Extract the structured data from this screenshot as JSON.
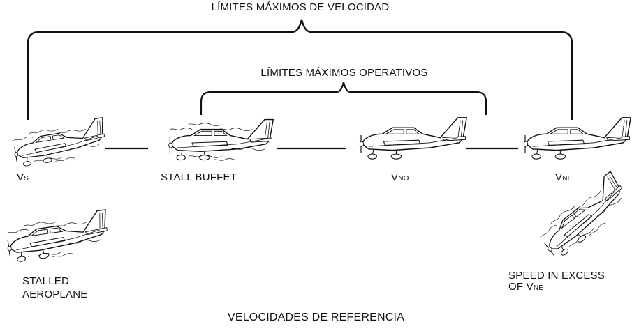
{
  "diagram": {
    "header_top": "LÍMITES MÁXIMOS DE VELOCIDAD",
    "header_mid": "LÍMITES MÁXIMOS OPERATIVOS",
    "label_vs_main": "V",
    "label_vs_sub": "S",
    "label_stall_buffet": "STALL BUFFET",
    "label_vno_main": "V",
    "label_vno_sub": "NO",
    "label_vne_main": "V",
    "label_vne_sub": "NE",
    "stalled_line1": "STALLED",
    "stalled_line2": "AEROPLANE",
    "excess_line1": "SPEED IN EXCESS",
    "excess_line2_prefix": "OF  V",
    "excess_line2_sub": "NE",
    "caption": "VELOCIDADES DE REFERENCIA"
  },
  "colors": {
    "ink": "#111111",
    "background": "#ffffff"
  },
  "icons": [
    "aircraft-stall-icon",
    "aircraft-buffet-icon",
    "aircraft-cruise-icon",
    "aircraft-vne-icon",
    "aircraft-stalled-icon",
    "aircraft-dive-icon"
  ]
}
